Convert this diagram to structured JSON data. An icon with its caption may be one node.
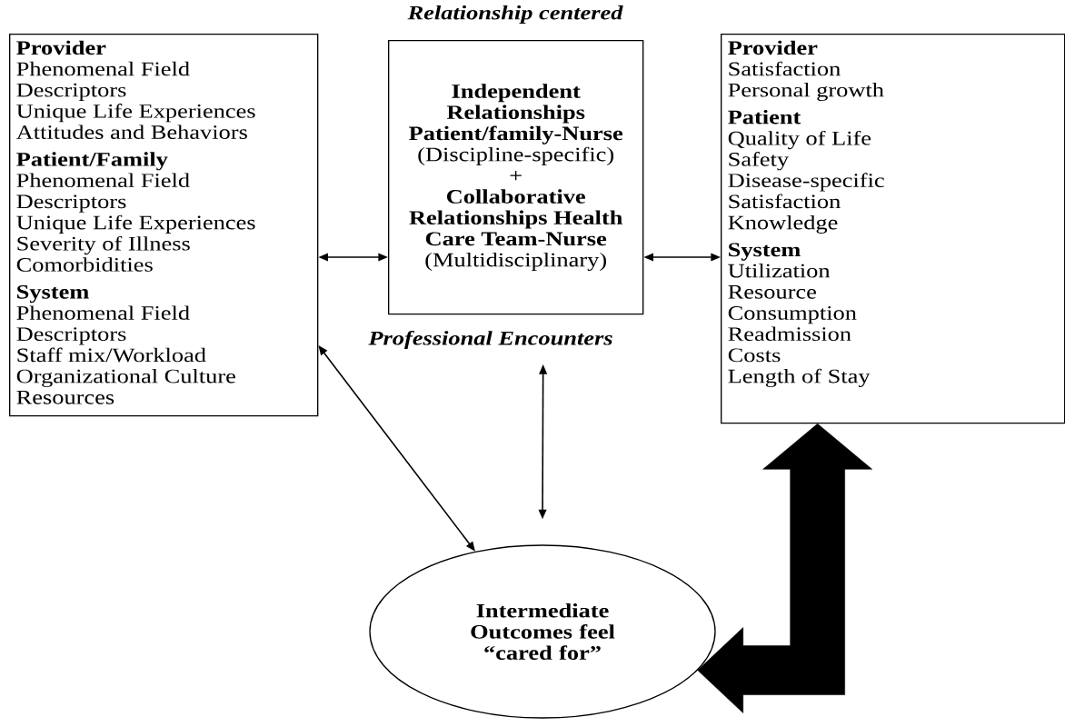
{
  "diagram": {
    "nodes": [
      {
        "text": [
          "Provider",
          "Phenomenal Field Descriptors",
          "Unique Life Experiences",
          "Attitudes and Behaviors",
          "Patient/Family",
          "Phenomenal Field Descriptors",
          "Unique Life Experiences",
          "Severity of Illness",
          "Comorbidities",
          "System",
          "Phenomenal Field Descriptors",
          "Staff mix/Workload",
          "Organizational Culture",
          "Resources"
        ]
      },
      {
        "text": [
          "Independent Relationships Patient/family-Nurse",
          "(Discipline-specific)",
          "+",
          "Collaborative Relationships Health Care Team-Nurse",
          "(Multidisciplinary)"
        ],
        "beside": [
          "Relationship centered",
          "Professional Encounters"
        ]
      },
      {
        "text": [
          "Provider",
          "Satisfaction",
          "Personal growth",
          "Patient",
          "Quality of Life",
          "Safety",
          "Disease-specific",
          "Satisfaction",
          "Knowledge",
          "System",
          "Utilization",
          "Resource Consumption",
          "Readmission",
          "Costs",
          "Length of Stay"
        ]
      },
      {
        "text": [
          "Intermediate Outcomes feel “cared for”"
        ]
      }
    ],
    "edges": [
      {
        "from": 0,
        "to": 1,
        "arrow": "both"
      },
      {
        "from": 1,
        "to": 2,
        "arrow": "both"
      },
      {
        "from": 1,
        "to": 3,
        "arrow": "both"
      },
      {
        "from": 0,
        "to": 3,
        "arrow": "both"
      },
      {
        "from": 3,
        "to": 2,
        "arrow": "both",
        "style": "thick"
      }
    ]
  }
}
